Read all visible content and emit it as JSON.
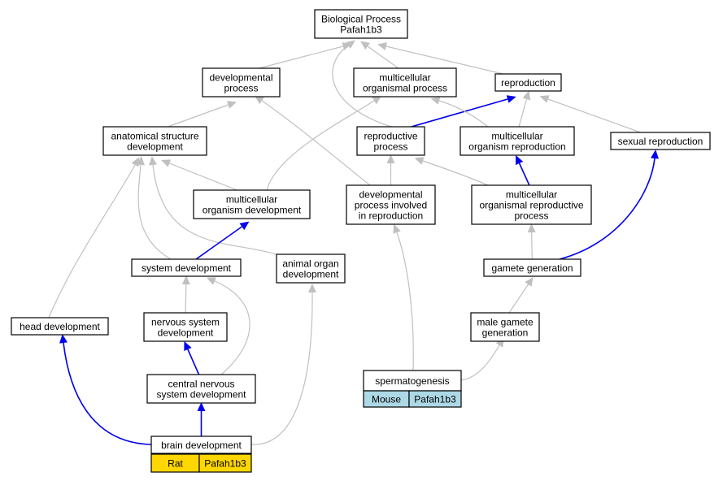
{
  "nodes": {
    "biological_process": [
      "Biological Process",
      "Pafah1b3"
    ],
    "developmental_process": [
      "developmental",
      "process"
    ],
    "multicellular_organismal_process": [
      "multicellular",
      "organismal process"
    ],
    "reproduction": [
      "reproduction"
    ],
    "anatomical_structure_development": [
      "anatomical structure",
      "development"
    ],
    "reproductive_process": [
      "reproductive",
      "process"
    ],
    "multicellular_organism_reproduction": [
      "multicellular",
      "organism reproduction"
    ],
    "sexual_reproduction": [
      "sexual reproduction"
    ],
    "multicellular_organism_development": [
      "multicellular",
      "organism development"
    ],
    "developmental_process_involved_in_reproduction": [
      "developmental",
      "process involved",
      "in reproduction"
    ],
    "multicellular_organismal_reproductive_process": [
      "multicellular",
      "organismal reproductive",
      "process"
    ],
    "system_development": [
      "system development"
    ],
    "animal_organ_development": [
      "animal organ",
      "development"
    ],
    "gamete_generation": [
      "gamete generation"
    ],
    "head_development": [
      "head development"
    ],
    "nervous_system_development": [
      "nervous system",
      "development"
    ],
    "male_gamete_generation": [
      "male gamete",
      "generation"
    ],
    "central_nervous_system_development": [
      "central nervous",
      "system development"
    ],
    "spermatogenesis": [
      "spermatogenesis"
    ],
    "brain_development": [
      "brain development"
    ]
  },
  "annotations": {
    "spermatogenesis": {
      "species": "Mouse",
      "gene": "Pafah1b3",
      "color": "#add8e6"
    },
    "brain_development": {
      "species": "Rat",
      "gene": "Pafah1b3",
      "color": "#ffd700"
    }
  },
  "edges": [
    {
      "from": "developmental_process",
      "to": "biological_process",
      "color": "gray"
    },
    {
      "from": "multicellular_organismal_process",
      "to": "biological_process",
      "color": "gray"
    },
    {
      "from": "reproduction",
      "to": "biological_process",
      "color": "gray"
    },
    {
      "from": "reproductive_process",
      "to": "biological_process",
      "color": "gray"
    },
    {
      "from": "anatomical_structure_development",
      "to": "developmental_process",
      "color": "gray"
    },
    {
      "from": "developmental_process_involved_in_reproduction",
      "to": "developmental_process",
      "color": "gray"
    },
    {
      "from": "reproductive_process",
      "to": "reproduction",
      "color": "blue"
    },
    {
      "from": "multicellular_organism_reproduction",
      "to": "reproduction",
      "color": "gray"
    },
    {
      "from": "sexual_reproduction",
      "to": "reproduction",
      "color": "gray"
    },
    {
      "from": "multicellular_organism_reproduction",
      "to": "multicellular_organismal_process",
      "color": "gray"
    },
    {
      "from": "multicellular_organism_development",
      "to": "multicellular_organismal_process",
      "color": "gray"
    },
    {
      "from": "multicellular_organism_development",
      "to": "anatomical_structure_development",
      "color": "gray"
    },
    {
      "from": "system_development",
      "to": "anatomical_structure_development",
      "color": "gray"
    },
    {
      "from": "animal_organ_development",
      "to": "anatomical_structure_development",
      "color": "gray"
    },
    {
      "from": "head_development",
      "to": "anatomical_structure_development",
      "color": "gray"
    },
    {
      "from": "developmental_process_involved_in_reproduction",
      "to": "reproductive_process",
      "color": "gray"
    },
    {
      "from": "multicellular_organismal_reproductive_process",
      "to": "reproductive_process",
      "color": "gray"
    },
    {
      "from": "multicellular_organismal_reproductive_process",
      "to": "multicellular_organism_reproduction",
      "color": "blue"
    },
    {
      "from": "gamete_generation",
      "to": "sexual_reproduction",
      "color": "blue"
    },
    {
      "from": "system_development",
      "to": "multicellular_organism_development",
      "color": "blue"
    },
    {
      "from": "gamete_generation",
      "to": "multicellular_organismal_reproductive_process",
      "color": "gray"
    },
    {
      "from": "nervous_system_development",
      "to": "system_development",
      "color": "gray"
    },
    {
      "from": "central_nervous_system_development",
      "to": "system_development",
      "color": "gray"
    },
    {
      "from": "male_gamete_generation",
      "to": "gamete_generation",
      "color": "gray"
    },
    {
      "from": "central_nervous_system_development",
      "to": "nervous_system_development",
      "color": "blue"
    },
    {
      "from": "brain_development",
      "to": "central_nervous_system_development",
      "color": "blue"
    },
    {
      "from": "brain_development",
      "to": "head_development",
      "color": "blue"
    },
    {
      "from": "brain_development",
      "to": "animal_organ_development",
      "color": "gray"
    },
    {
      "from": "spermatogenesis",
      "to": "male_gamete_generation",
      "color": "gray"
    },
    {
      "from": "spermatogenesis",
      "to": "developmental_process_involved_in_reproduction",
      "color": "gray"
    }
  ],
  "colors": {
    "edge_default": "#c0c0c0",
    "edge_highlight": "#0000ee",
    "node_border": "#000000",
    "node_fill": "#ffffff"
  }
}
